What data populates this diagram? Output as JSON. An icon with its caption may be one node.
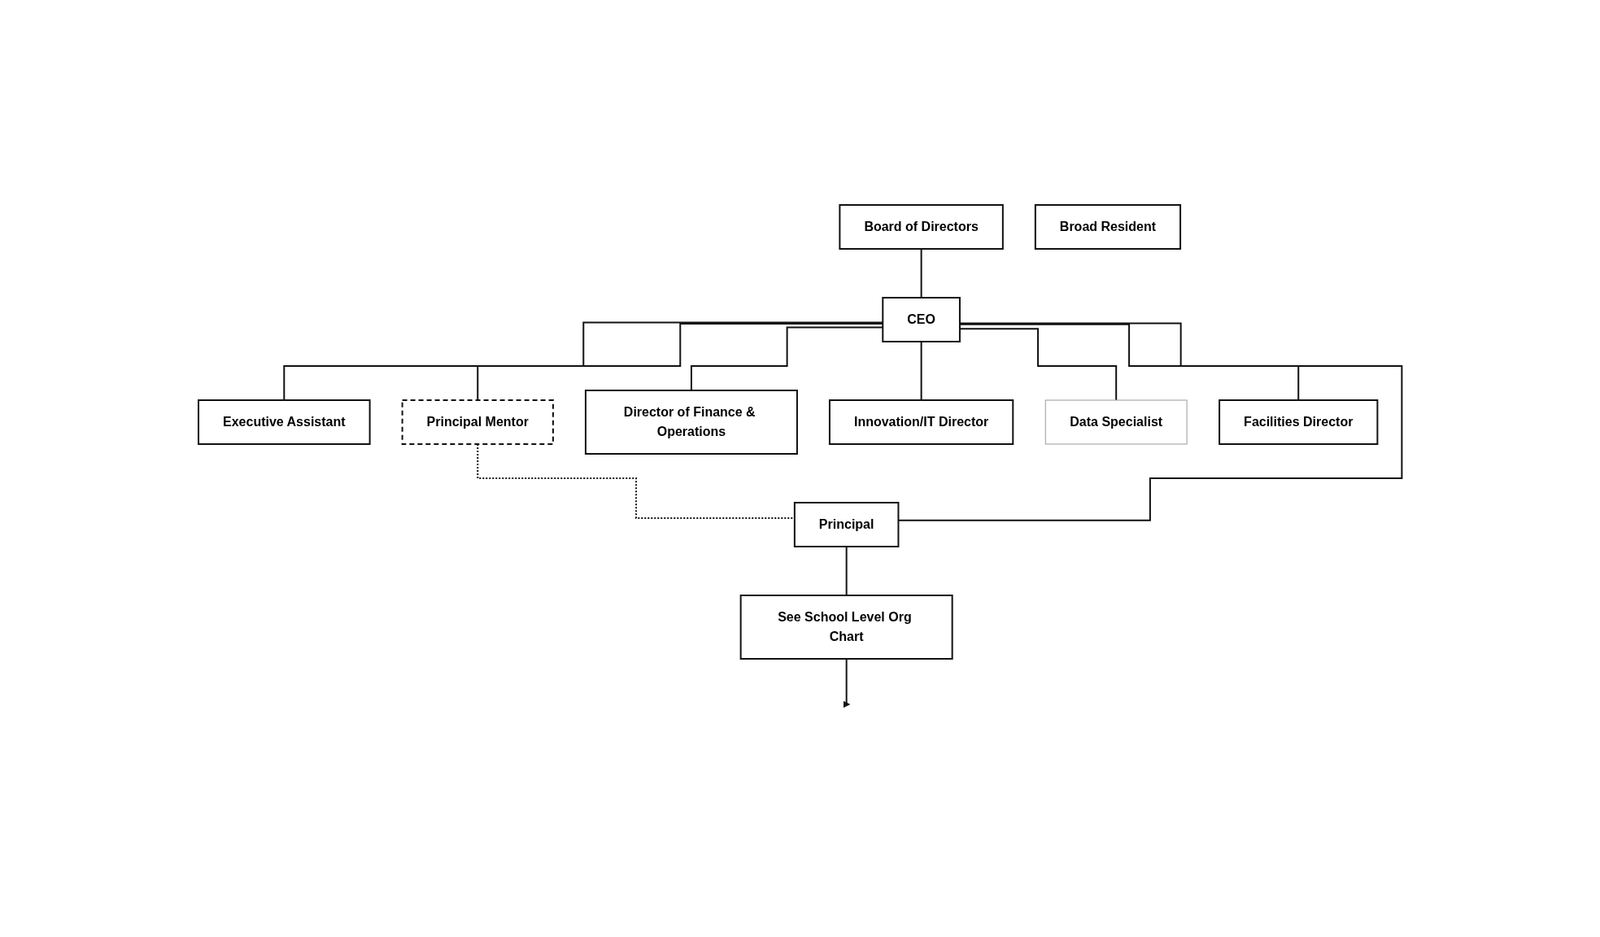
{
  "diagram": {
    "nodes": [
      {
        "text": [
          "Board of Directors"
        ]
      },
      {
        "text": [
          "CEO"
        ]
      },
      {
        "text": [
          "Executive Assistant"
        ]
      },
      {
        "text": [
          "Principal Mentor"
        ]
      },
      {
        "text": [
          "Principal"
        ]
      },
      {
        "text": [
          "Broad Resident"
        ]
      },
      {
        "text": [
          "Director of Finance & Operations"
        ]
      },
      {
        "text": [
          "Innovation/IT Director"
        ]
      },
      {
        "text": [
          "Data Specialist"
        ]
      },
      {
        "text": [
          "Facilities Director"
        ]
      },
      {
        "text": [
          "See School Level Org Chart"
        ]
      }
    ],
    "edges": [
      {
        "from": 0,
        "to": 1,
        "arrow": "none"
      },
      {
        "from": 1,
        "to": 2,
        "arrow": "none"
      },
      {
        "from": 1,
        "to": 3,
        "arrow": "none"
      },
      {
        "from": 3,
        "to": 4,
        "arrow": "none",
        "style": "dashed"
      },
      {
        "from": 1,
        "to": 4,
        "arrow": "none"
      },
      {
        "from": 1,
        "to": 6,
        "arrow": "none"
      },
      {
        "from": 1,
        "to": 7,
        "arrow": "none"
      },
      {
        "from": 1,
        "to": 8,
        "arrow": "none"
      },
      {
        "from": 1,
        "to": 9,
        "arrow": "none"
      },
      {
        "from": 4,
        "to": 10,
        "arrow": "none"
      },
      {
        "from": 10,
        "to": null,
        "arrow": "to"
      }
    ]
  }
}
